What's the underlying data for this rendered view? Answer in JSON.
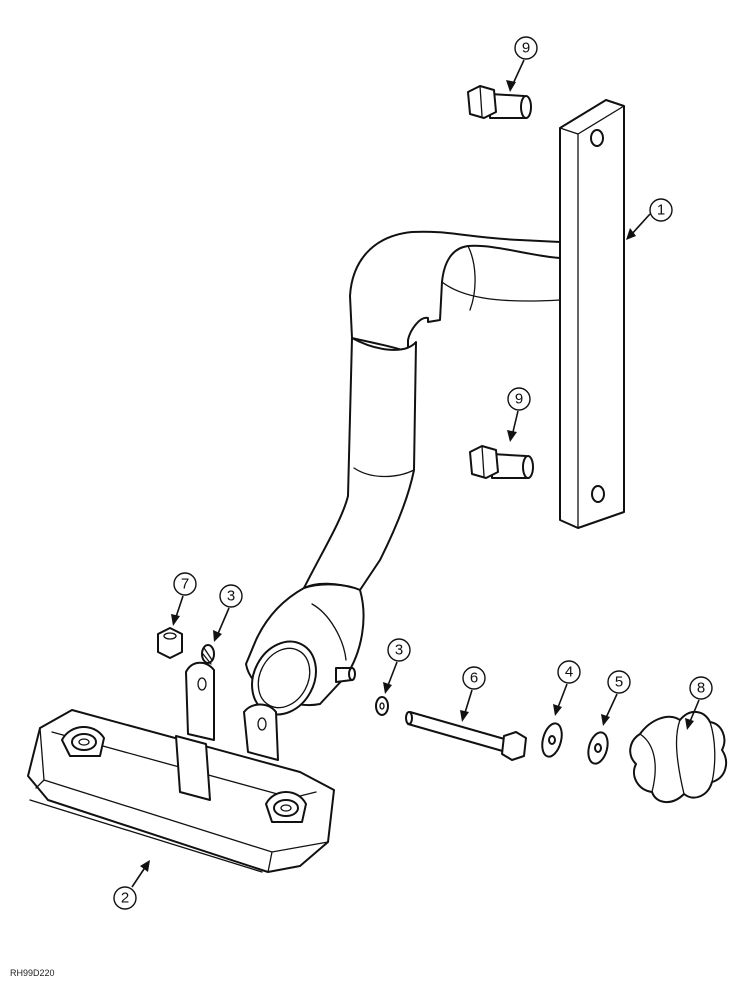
{
  "figure_code": "RH99D220",
  "callouts": [
    "9",
    "1",
    "9",
    "7",
    "3",
    "3",
    "6",
    "4",
    "5",
    "8",
    "2"
  ]
}
